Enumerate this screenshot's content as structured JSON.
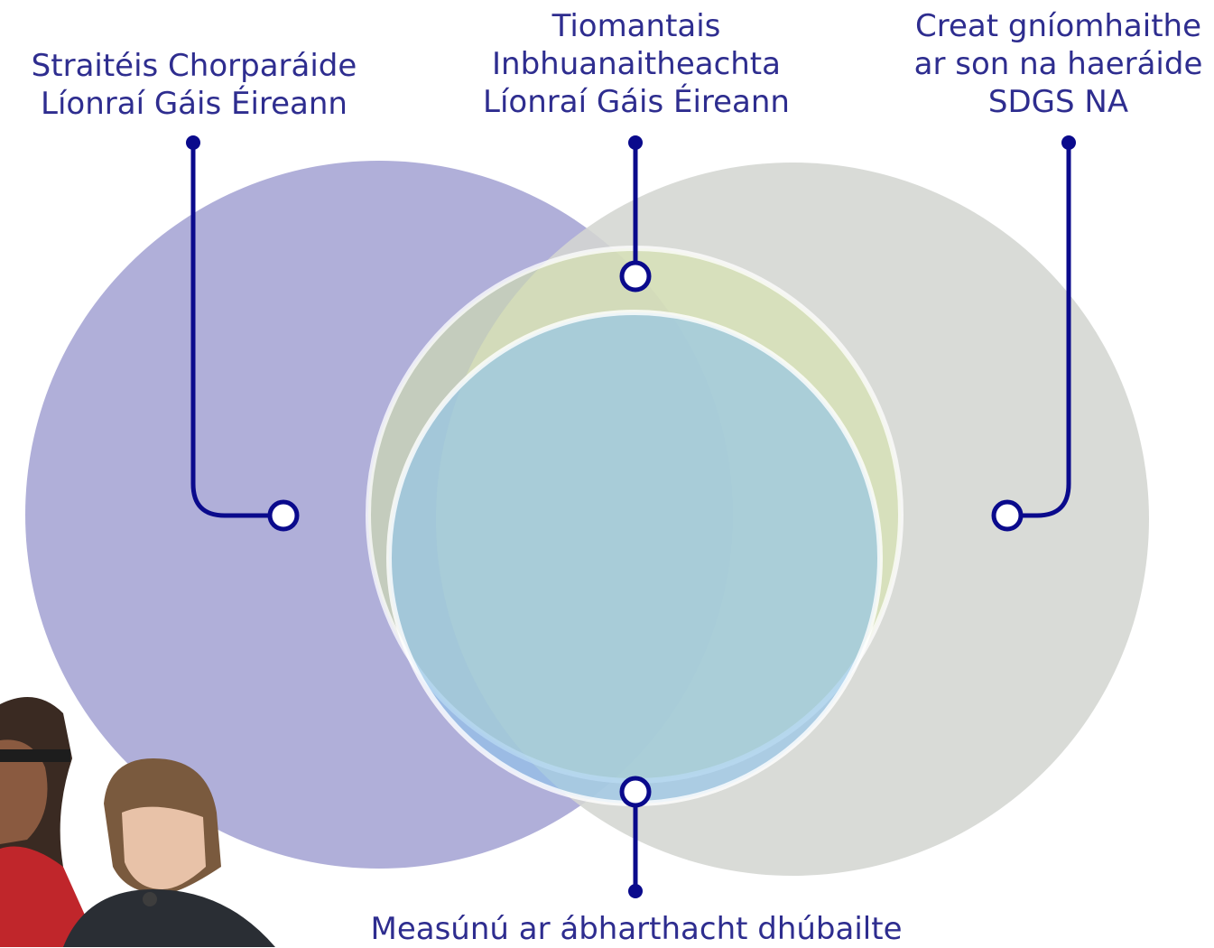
{
  "labels": {
    "corporate_strategy": [
      "Straitéis Chorparáide",
      "Líonraí Gáis Éireann"
    ],
    "sustainability_commitments": [
      "Tiomantais",
      "Inbhuanaitheachta",
      "Líonraí Gáis Éireann"
    ],
    "sdg_framework": [
      "Creat gníomhaithe",
      "ar son na haeráide",
      "SDGS NA"
    ],
    "double_materiality": "Measúnú ar ábharthacht dhúbailte"
  },
  "colors": {
    "left_circle": "#b0afd9",
    "right_circle": "#d9dad7",
    "green_circle": "#cfdcaa",
    "blue_circle": "#97c1d8",
    "connector": "#0a0a8c",
    "label_text": "#2e2d8f"
  }
}
